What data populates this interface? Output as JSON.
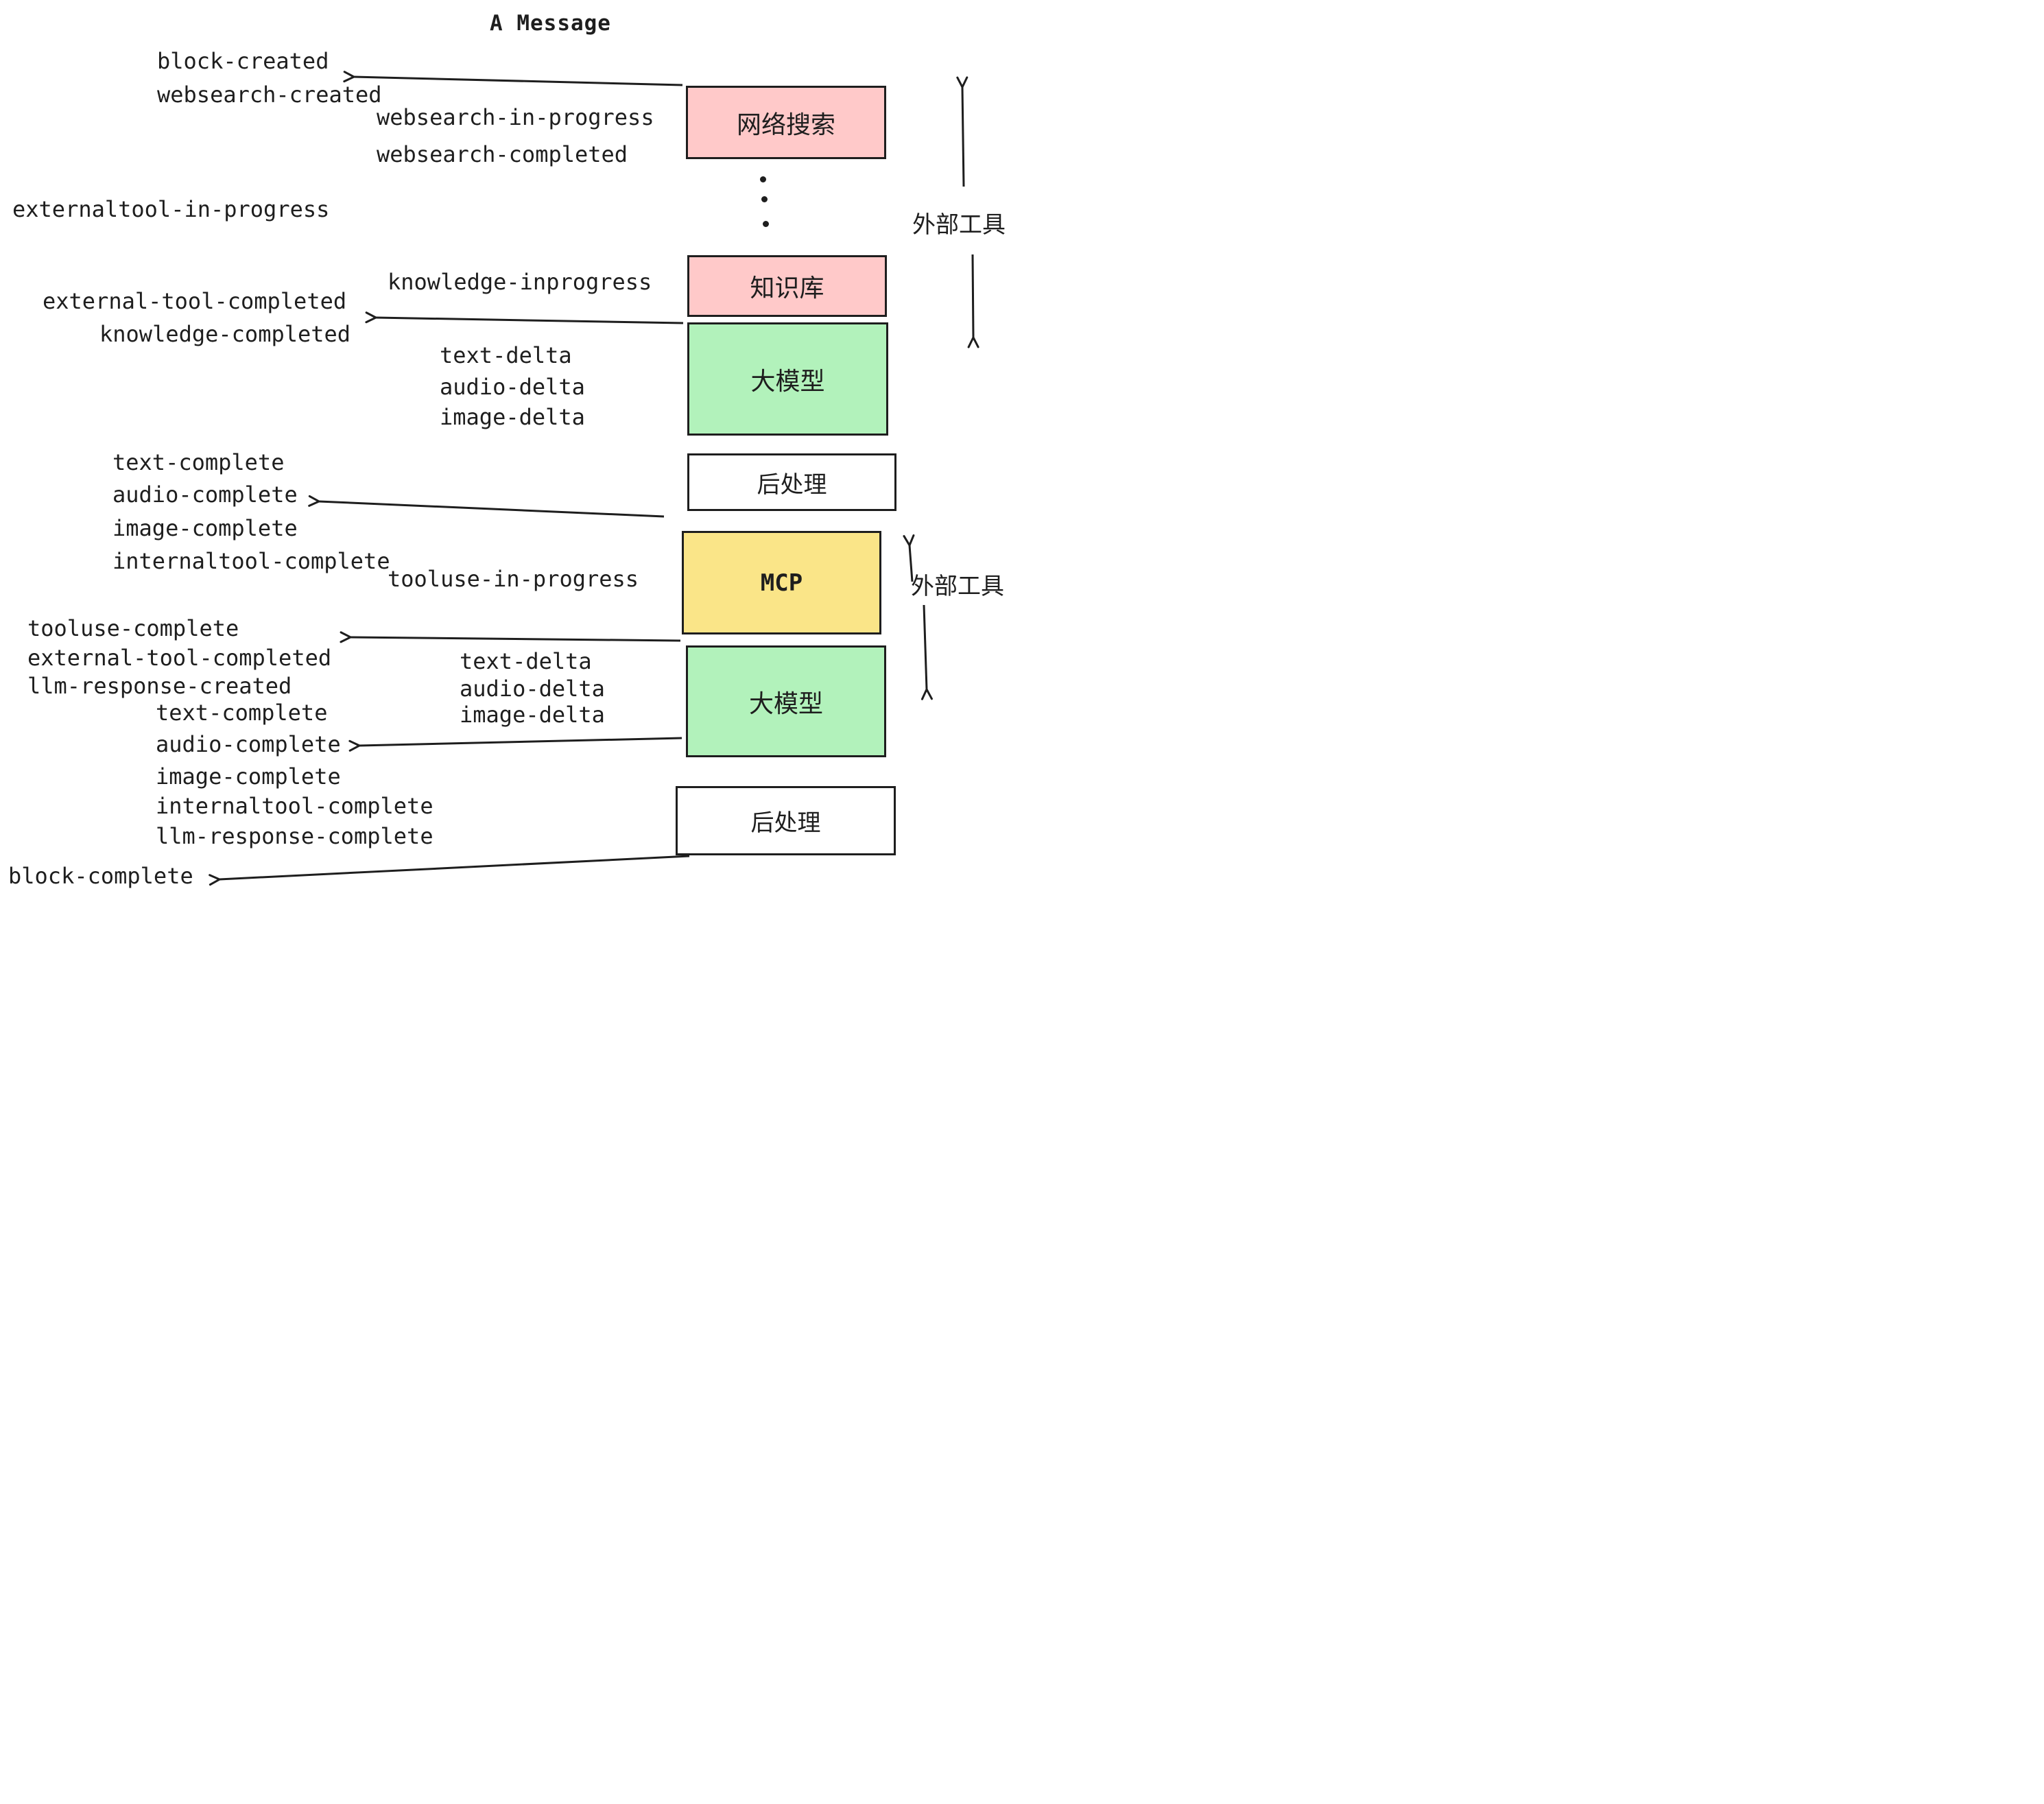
{
  "title": "A Message",
  "colors": {
    "box_pink": "#ffc9c9",
    "box_green": "#b2f2bb",
    "box_yellow": "#fae588",
    "box_white": "#ffffff",
    "stroke": "#1e1e1e"
  },
  "boxes": [
    {
      "id": "websearch",
      "label": "网络搜索",
      "color": "#ffc9c9"
    },
    {
      "id": "knowledge",
      "label": "知识库",
      "color": "#ffc9c9"
    },
    {
      "id": "llm-1",
      "label": "大模型",
      "color": "#b2f2bb"
    },
    {
      "id": "postprocess-1",
      "label": "后处理",
      "color": "#ffffff"
    },
    {
      "id": "mcp",
      "label": "MCP",
      "color": "#fae588"
    },
    {
      "id": "llm-2",
      "label": "大模型",
      "color": "#b2f2bb"
    },
    {
      "id": "postprocess-2",
      "label": "后处理",
      "color": "#ffffff"
    }
  ],
  "side_labels": [
    {
      "text": "外部工具"
    },
    {
      "text": "外部工具"
    }
  ],
  "events": [
    {
      "text": "block-created"
    },
    {
      "text": "websearch-created"
    },
    {
      "text": "websearch-in-progress"
    },
    {
      "text": "websearch-completed"
    },
    {
      "text": "externaltool-in-progress"
    },
    {
      "text": "knowledge-inprogress"
    },
    {
      "text": "external-tool-completed"
    },
    {
      "text": "knowledge-completed"
    },
    {
      "text": "text-delta"
    },
    {
      "text": "audio-delta"
    },
    {
      "text": "image-delta"
    },
    {
      "text": "text-complete"
    },
    {
      "text": "audio-complete"
    },
    {
      "text": "image-complete"
    },
    {
      "text": "internaltool-complete"
    },
    {
      "text": "tooluse-in-progress"
    },
    {
      "text": "tooluse-complete"
    },
    {
      "text": "external-tool-completed"
    },
    {
      "text": "llm-response-created"
    },
    {
      "text": "text-complete"
    },
    {
      "text": "audio-complete"
    },
    {
      "text": "image-complete"
    },
    {
      "text": "internaltool-complete"
    },
    {
      "text": "llm-response-complete"
    },
    {
      "text": "block-complete"
    }
  ]
}
